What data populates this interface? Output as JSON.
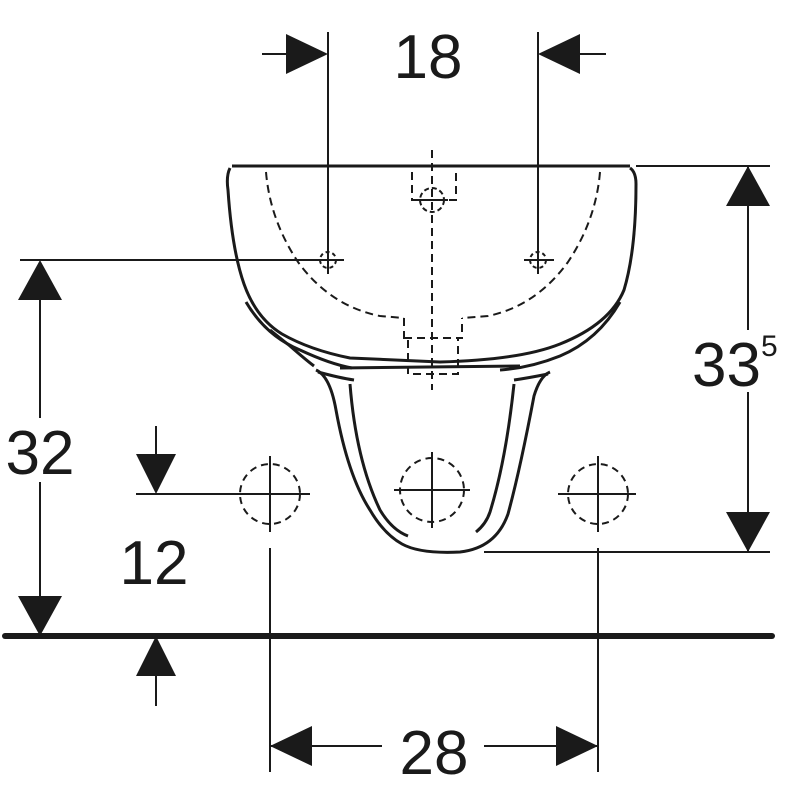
{
  "dimensions": {
    "fixing_hole_spacing": "18",
    "height_floor_to_top": "32",
    "height_floor_to_pipes": "12",
    "rim_to_outlet": "33",
    "rim_to_outlet_fraction": "5",
    "supply_pipe_spacing": "28"
  },
  "colors": {
    "line": "#1a1a1a",
    "background": "#ffffff"
  }
}
